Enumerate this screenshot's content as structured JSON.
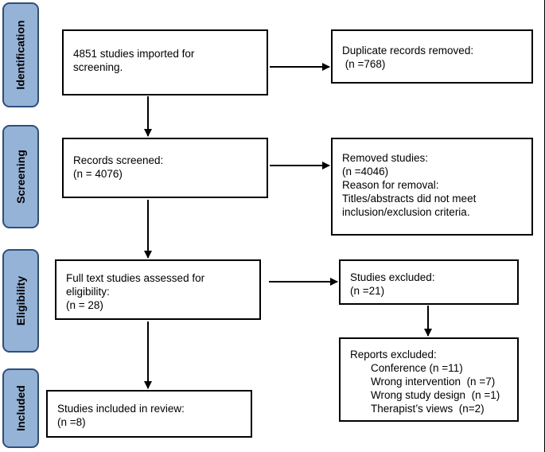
{
  "phases": {
    "identification": "Identification",
    "screening": "Screening",
    "eligibility": "Eligibility",
    "included": "Included"
  },
  "boxes": {
    "imported": [
      "4851 studies imported for",
      "screening."
    ],
    "duplicates": [
      "Duplicate records removed:",
      " (n =768)"
    ],
    "screened": [
      "Records screened:",
      "(n = 4076)"
    ],
    "removed": [
      "Removed studies:",
      "(n =4046)",
      "Reason for removal:",
      "Titles/abstracts did not meet",
      "inclusion/exclusion criteria."
    ],
    "fulltext": [
      "Full text studies assessed for",
      "eligibility:",
      "(n = 28)"
    ],
    "excluded": [
      "Studies excluded:",
      "(n =21)"
    ],
    "reports": [
      "Reports excluded:",
      "Conference (n =11)",
      "Wrong intervention  (n =7)",
      "Wrong study design  (n =1)",
      "Therapist’s views  (n=2)"
    ],
    "included": [
      "Studies included in review:",
      "(n =8)"
    ]
  },
  "colors": {
    "phase_fill": "#94b3d7",
    "phase_border": "#2f4f7e",
    "box_border": "#000000"
  }
}
